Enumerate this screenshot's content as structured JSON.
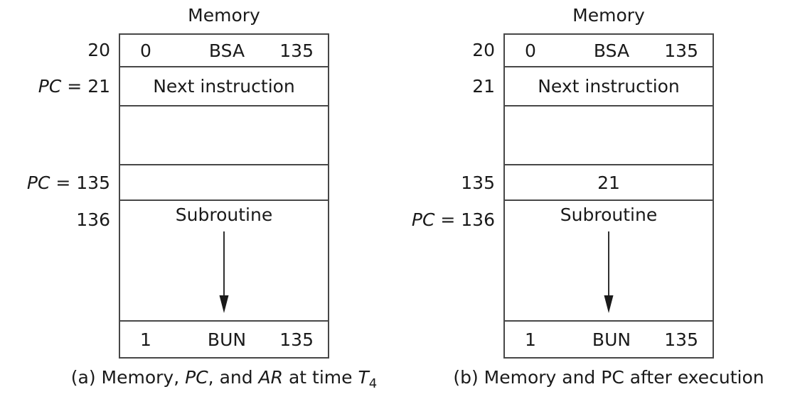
{
  "diagrams": [
    {
      "id": "a",
      "title": "Memory",
      "rows": [
        {
          "left": "0",
          "middle": "BSA",
          "right": "135"
        },
        {
          "center": "Next instruction"
        },
        {},
        {},
        {
          "center": "Subroutine",
          "arrow": "down-arrow"
        },
        {
          "left": "1",
          "middle": "BUN",
          "right": "135"
        }
      ],
      "labels": [
        {
          "value": "20"
        },
        {
          "register": "PC",
          "eq": " = ",
          "value": "21"
        },
        {
          "register": "PC",
          "eq": " = ",
          "value": "135"
        },
        {
          "value": "136"
        }
      ],
      "caption": [
        "(a) Memory, ",
        "PC",
        ", and ",
        "AR",
        " at time ",
        "T",
        "4"
      ]
    },
    {
      "id": "b",
      "title": "Memory",
      "rows": [
        {
          "left": "0",
          "middle": "BSA",
          "right": "135"
        },
        {
          "center": "Next instruction"
        },
        {},
        {
          "center": "21"
        },
        {
          "center": "Subroutine",
          "arrow": "down-arrow"
        },
        {
          "left": "1",
          "middle": "BUN",
          "right": "135"
        }
      ],
      "labels": [
        {
          "value": "20"
        },
        {
          "value": "21"
        },
        {
          "value": "135"
        },
        {
          "register": "PC",
          "eq": " = ",
          "value": "136"
        }
      ],
      "caption": [
        "(b) Memory and PC after execution"
      ]
    }
  ],
  "colors": {
    "ink": "#1a1a1a",
    "border": "#474747",
    "background": "#ffffff"
  }
}
